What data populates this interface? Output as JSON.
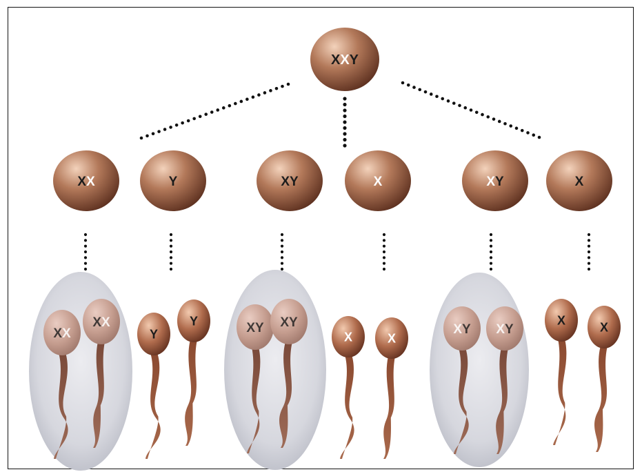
{
  "parent": {
    "letters": [
      {
        "ch": "X",
        "tone": "dark"
      },
      {
        "ch": "X",
        "tone": "white"
      },
      {
        "ch": "Y",
        "tone": "dark"
      }
    ]
  },
  "secondary_cells": [
    {
      "letters": [
        {
          "ch": "X",
          "tone": "dark"
        },
        {
          "ch": "X",
          "tone": "white"
        }
      ]
    },
    {
      "letters": [
        {
          "ch": "Y",
          "tone": "dark"
        }
      ]
    },
    {
      "letters": [
        {
          "ch": "X",
          "tone": "dark"
        },
        {
          "ch": "Y",
          "tone": "dark"
        }
      ]
    },
    {
      "letters": [
        {
          "ch": "X",
          "tone": "white"
        }
      ]
    },
    {
      "letters": [
        {
          "ch": "X",
          "tone": "white"
        },
        {
          "ch": "Y",
          "tone": "dark"
        }
      ]
    },
    {
      "letters": [
        {
          "ch": "X",
          "tone": "dark"
        }
      ]
    }
  ],
  "sperm": [
    {
      "letters": [
        {
          "ch": "X",
          "tone": "dark"
        },
        {
          "ch": "X",
          "tone": "white"
        }
      ],
      "faded": true
    },
    {
      "letters": [
        {
          "ch": "X",
          "tone": "dark"
        },
        {
          "ch": "X",
          "tone": "white"
        }
      ],
      "faded": true
    },
    {
      "letters": [
        {
          "ch": "Y",
          "tone": "dark"
        }
      ],
      "faded": false
    },
    {
      "letters": [
        {
          "ch": "Y",
          "tone": "dark"
        }
      ],
      "faded": false
    },
    {
      "letters": [
        {
          "ch": "X",
          "tone": "dark"
        },
        {
          "ch": "Y",
          "tone": "dark"
        }
      ],
      "faded": true
    },
    {
      "letters": [
        {
          "ch": "X",
          "tone": "dark"
        },
        {
          "ch": "Y",
          "tone": "dark"
        }
      ],
      "faded": true
    },
    {
      "letters": [
        {
          "ch": "X",
          "tone": "white"
        }
      ],
      "faded": false
    },
    {
      "letters": [
        {
          "ch": "X",
          "tone": "white"
        }
      ],
      "faded": false
    },
    {
      "letters": [
        {
          "ch": "X",
          "tone": "white"
        },
        {
          "ch": "Y",
          "tone": "dark"
        }
      ],
      "faded": true
    },
    {
      "letters": [
        {
          "ch": "X",
          "tone": "white"
        },
        {
          "ch": "Y",
          "tone": "dark"
        }
      ],
      "faded": true
    },
    {
      "letters": [
        {
          "ch": "X",
          "tone": "dark"
        }
      ],
      "faded": false
    },
    {
      "letters": [
        {
          "ch": "X",
          "tone": "dark"
        }
      ],
      "faded": false
    }
  ],
  "colors": {
    "cell_light": "#f3d2bb",
    "cell_mid": "#b3795a",
    "cell_dark": "#5e3120",
    "letter_dark": "#1c1c1c",
    "letter_white": "#ffffff",
    "halo": "#c4c6d0",
    "dots": "#111111"
  }
}
